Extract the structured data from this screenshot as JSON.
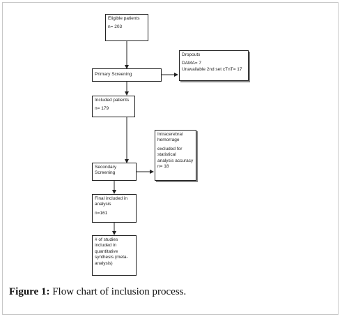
{
  "boxes": {
    "eligible": {
      "title": "Eligible patients",
      "count": "n= 203"
    },
    "primary": {
      "title": "Primary Screening"
    },
    "dropouts": {
      "title": "Dropouts",
      "line1": "DAMA= 7",
      "line2": "Unavailable 2nd set cTnT= 17"
    },
    "included": {
      "title": "Included patients",
      "count": "n= 179"
    },
    "hemorrhage": {
      "line1": "Intracerebral hemorrage",
      "line2": "excluded for statistical analysis accuracy",
      "count": "n= 18"
    },
    "secondary": {
      "title": "Secondary Screening"
    },
    "final": {
      "title": "Final included in analysis",
      "count": "n=161"
    },
    "studies": {
      "title": "# of studies included in quantitative synthesis (meta-analysis)"
    }
  },
  "caption": {
    "label": "Figure 1:",
    "text": " Flow chart of inclusion process."
  }
}
